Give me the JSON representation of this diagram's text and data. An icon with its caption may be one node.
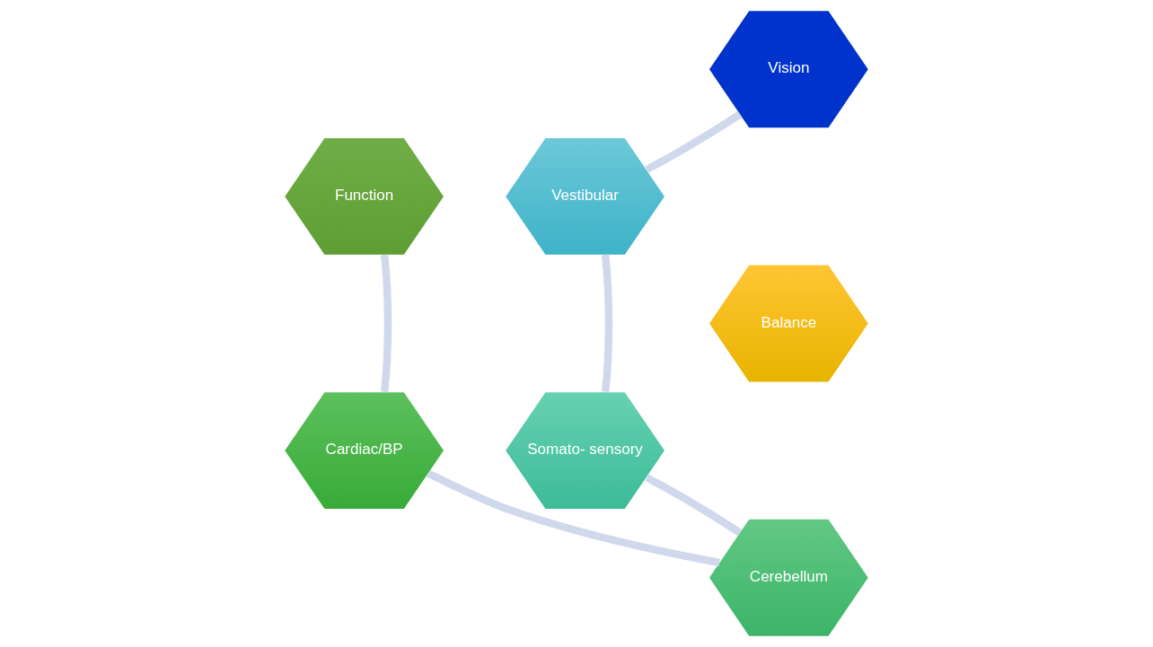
{
  "diagram": {
    "nodes": [
      {
        "text": [
          "Vision"
        ]
      },
      {
        "text": [
          "Function"
        ]
      },
      {
        "text": [
          "Vestibular"
        ]
      },
      {
        "text": [
          "Balance"
        ]
      },
      {
        "text": [
          "Cardiac/BP"
        ]
      },
      {
        "text": [
          "Somato- sensory"
        ]
      },
      {
        "text": [
          "Cerebellum"
        ]
      }
    ],
    "edges": [
      {
        "from": 0,
        "to": 2,
        "arrow": "none"
      },
      {
        "from": 2,
        "to": 5,
        "arrow": "none"
      },
      {
        "from": 5,
        "to": 6,
        "arrow": "none"
      },
      {
        "from": 6,
        "to": 4,
        "arrow": "none"
      },
      {
        "from": 4,
        "to": 1,
        "arrow": "none"
      }
    ]
  }
}
